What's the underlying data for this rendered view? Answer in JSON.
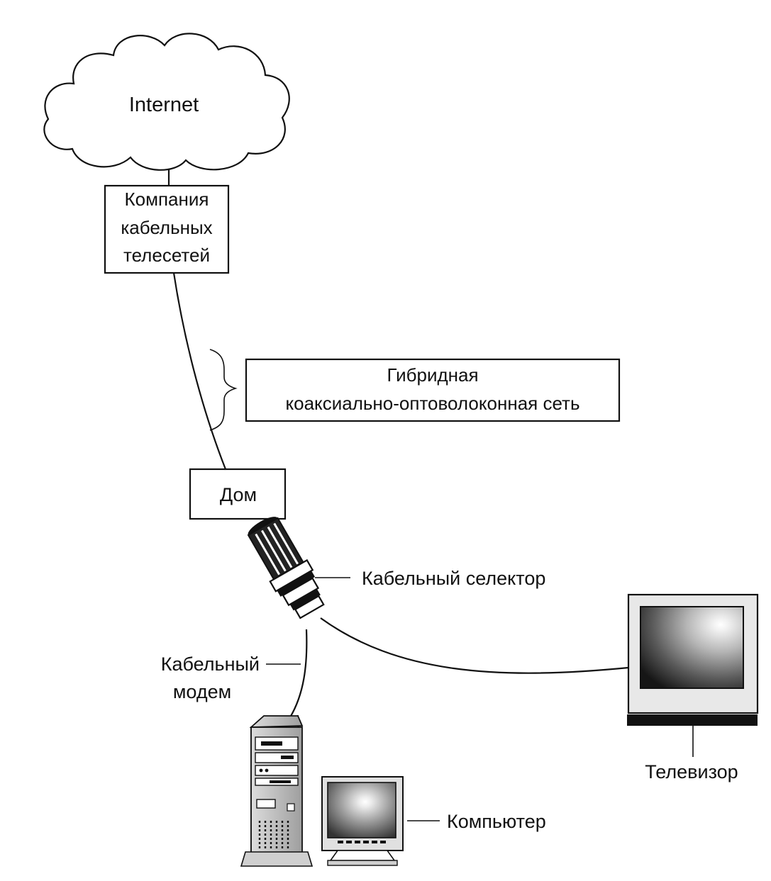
{
  "diagram": {
    "internet_label": "Internet",
    "company_lines": [
      "Компания",
      "кабельных",
      "телесетей"
    ],
    "hfc_lines": [
      "Гибридная",
      "коаксиально-оптоволоконная сеть"
    ],
    "home_label": "Дом",
    "splitter_label": "Кабельный селектор",
    "modem_lines": [
      "Кабельный",
      "модем"
    ],
    "tv_label": "Телевизор",
    "computer_label": "Компьютер"
  },
  "colors": {
    "line": "#111111",
    "background": "#ffffff"
  },
  "icons": [
    "cloud-icon",
    "coax-splitter-icon",
    "tv-icon",
    "desktop-tower-icon",
    "crt-monitor-icon"
  ]
}
